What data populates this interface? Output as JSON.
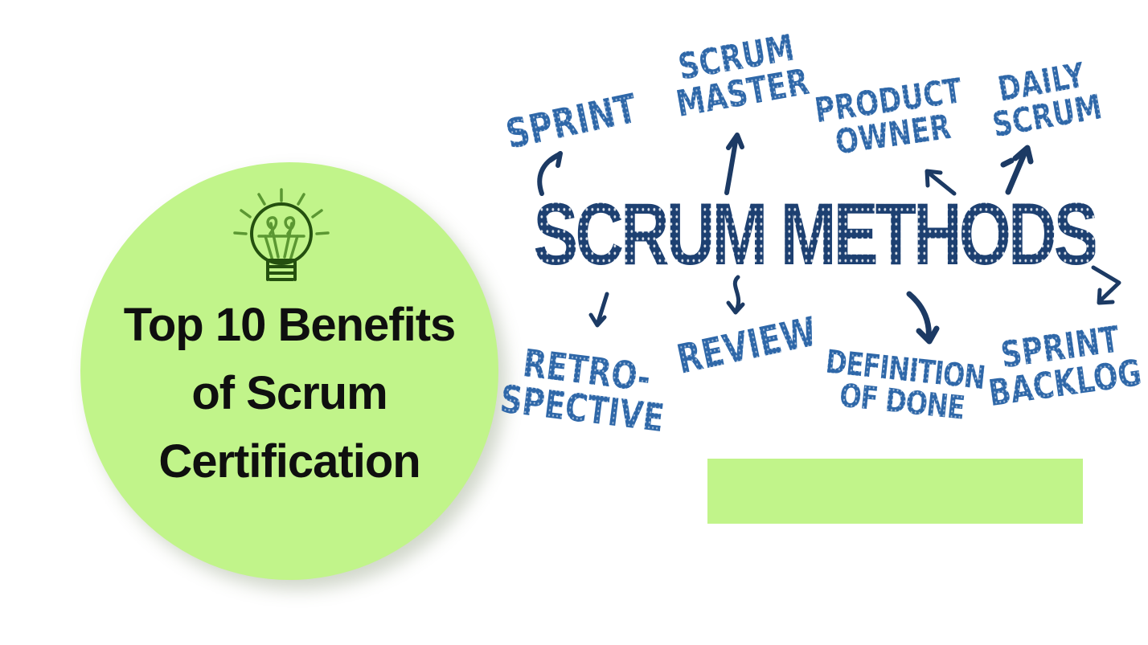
{
  "badge": {
    "lines": [
      "Top 10 Benefits",
      "of Scrum",
      "Certification"
    ],
    "bg_color": "#c1f48a",
    "text_color": "#0f0f0f",
    "icon": "lightbulb-icon",
    "bulb_outline_color": "#24500f",
    "bulb_filament_color": "#5b9732"
  },
  "diagram": {
    "title": "SCRUM METHODS",
    "title_color": "#1d4071",
    "term_color": "#2e67a8",
    "arrow_color": "#1c3a64",
    "texture": "halftone-dots",
    "terms": [
      {
        "id": "sprint",
        "lines": [
          "SPRINT"
        ]
      },
      {
        "id": "scrum-master",
        "lines": [
          "SCRUM",
          "MASTER"
        ]
      },
      {
        "id": "product-owner",
        "lines": [
          "PRODUCT",
          "OWNER"
        ]
      },
      {
        "id": "daily-scrum",
        "lines": [
          "DAILY",
          "SCRUM"
        ]
      },
      {
        "id": "retrospective",
        "lines": [
          "RETRO-",
          "SPECTIVE"
        ]
      },
      {
        "id": "review",
        "lines": [
          "REVIEW"
        ]
      },
      {
        "id": "definition-of-done",
        "lines": [
          "DEFINITION",
          "OF DONE"
        ]
      },
      {
        "id": "sprint-backlog",
        "lines": [
          "SPRINT",
          "BACKLOG"
        ]
      }
    ]
  },
  "footer_bar": {
    "color": "#c1f48a"
  }
}
